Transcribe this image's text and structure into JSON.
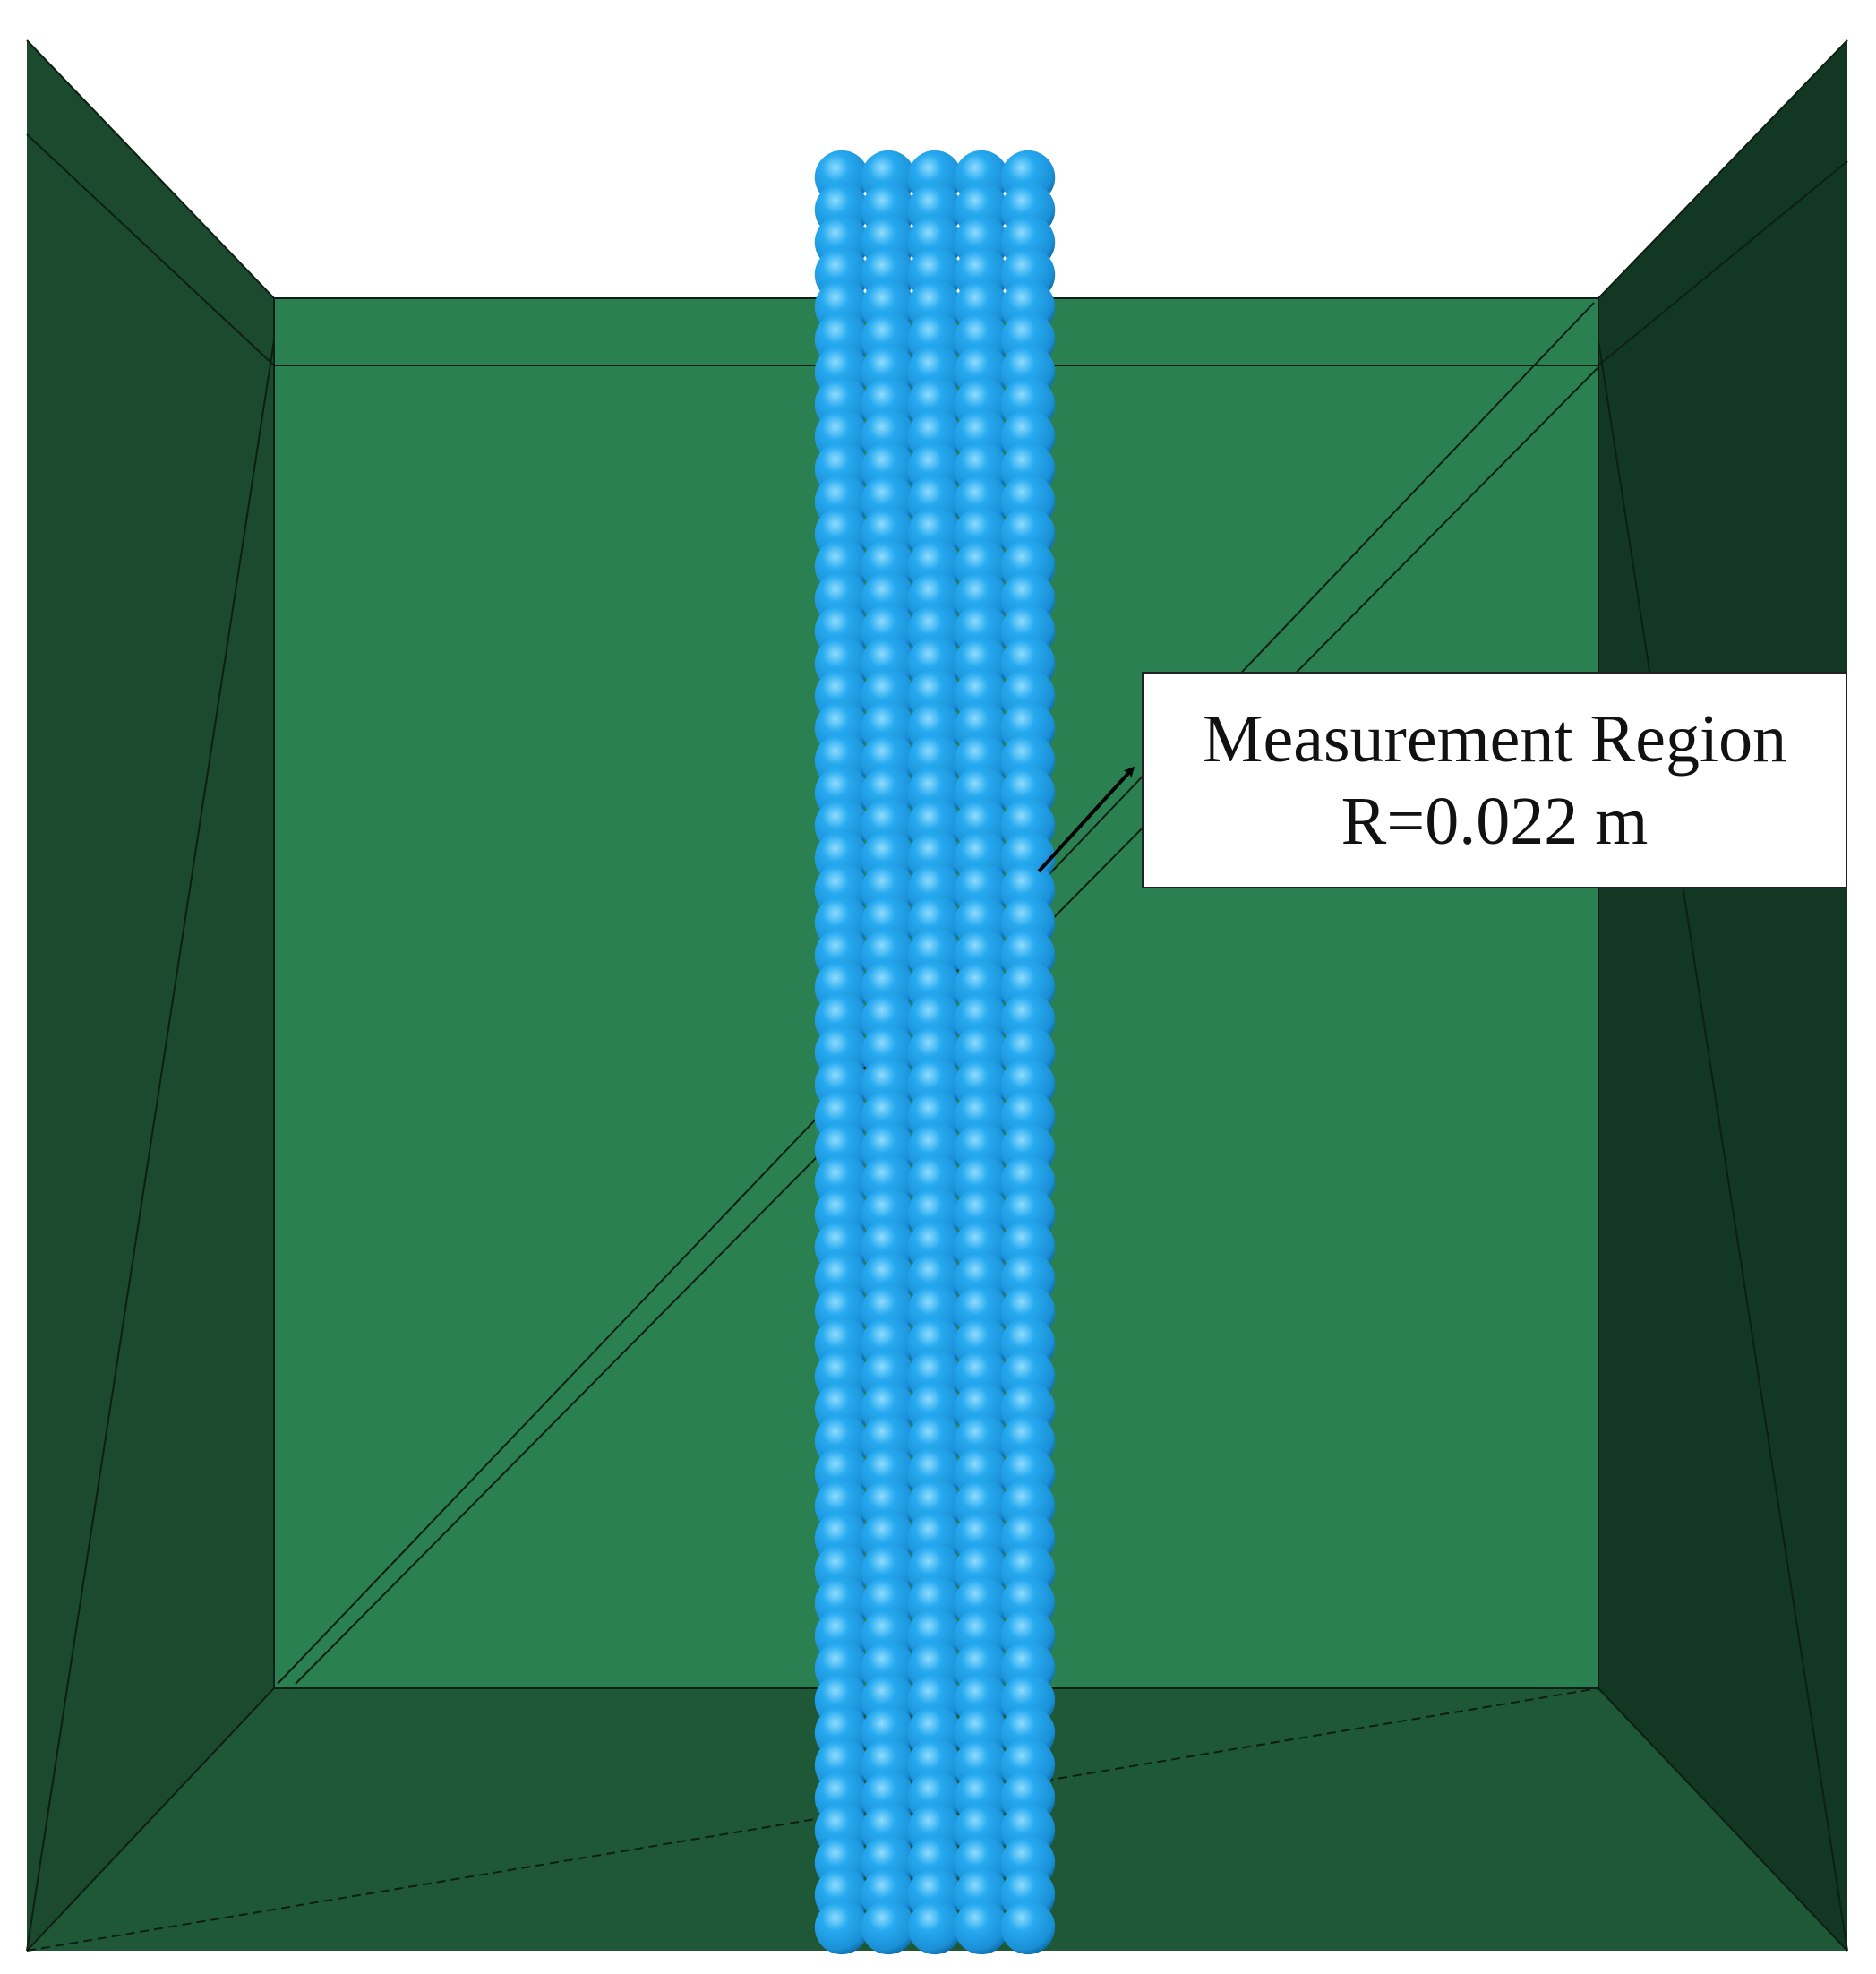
{
  "colors": {
    "back_wall": "#2b8051",
    "left_wall": "#1b4a2e",
    "right_wall": "#123823",
    "floor": "#1e5836",
    "edge_line": "#0d1f14",
    "particle": "#1e9fe6",
    "particle_highlight": "#6fd0ff",
    "particle_shadow": "#0d6fb0",
    "annotation_bg": "#ffffff",
    "arrow": "#000000"
  },
  "particle_column": {
    "columns": 5,
    "rows": 55
  },
  "annotation": {
    "line1": "Measurement Region",
    "line2": "R=0.022 m"
  }
}
